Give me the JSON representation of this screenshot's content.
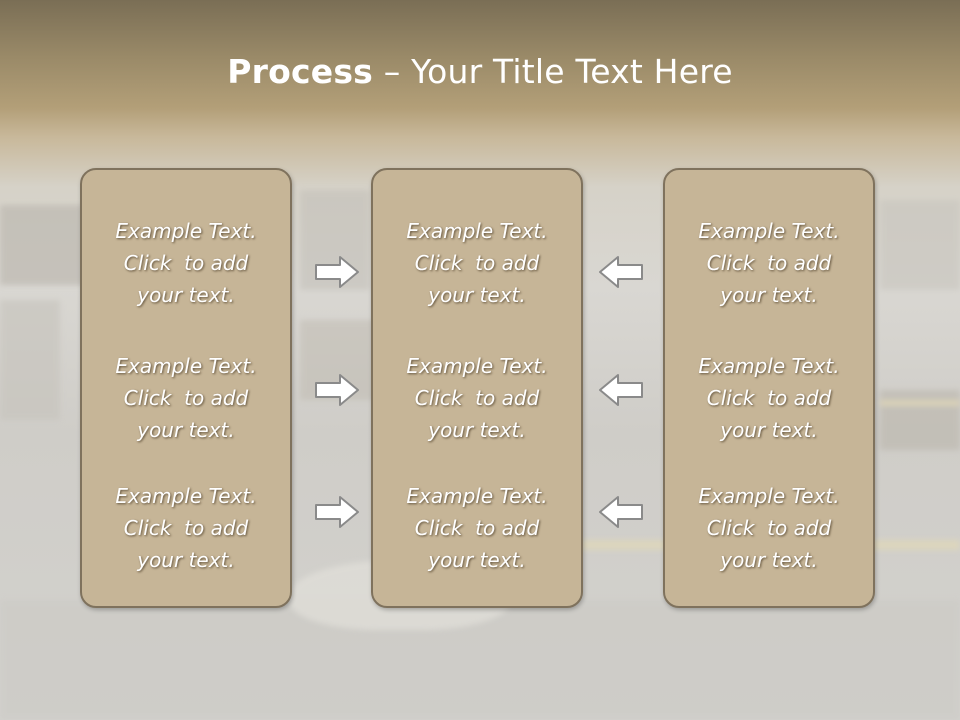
{
  "title": {
    "bold": "Process",
    "rest": " – Your Title Text Here"
  },
  "columns": [
    {
      "blocks": [
        {
          "lines": [
            "Example Text.",
            "Click  to add",
            "your text."
          ]
        },
        {
          "lines": [
            "Example Text.",
            "Click  to add",
            "your text."
          ]
        },
        {
          "lines": [
            "Example Text.",
            "Click  to add",
            "your text."
          ]
        }
      ]
    },
    {
      "blocks": [
        {
          "lines": [
            "Example Text.",
            "Click  to add",
            "your text."
          ]
        },
        {
          "lines": [
            "Example Text.",
            "Click  to add",
            "your text."
          ]
        },
        {
          "lines": [
            "Example Text.",
            "Click  to add",
            "your text."
          ]
        }
      ]
    },
    {
      "blocks": [
        {
          "lines": [
            "Example Text.",
            "Click  to add",
            "your text."
          ]
        },
        {
          "lines": [
            "Example Text.",
            "Click  to add",
            "your text."
          ]
        },
        {
          "lines": [
            "Example Text.",
            "Click  to add",
            "your text."
          ]
        }
      ]
    }
  ],
  "arrows": {
    "left_group": "right-arrow-icon",
    "right_group": "left-arrow-icon"
  },
  "colors": {
    "panel_fill": "#c6b597",
    "panel_border": "#7f725d",
    "header_band": "#9a8a68",
    "text": "#ffffff"
  }
}
